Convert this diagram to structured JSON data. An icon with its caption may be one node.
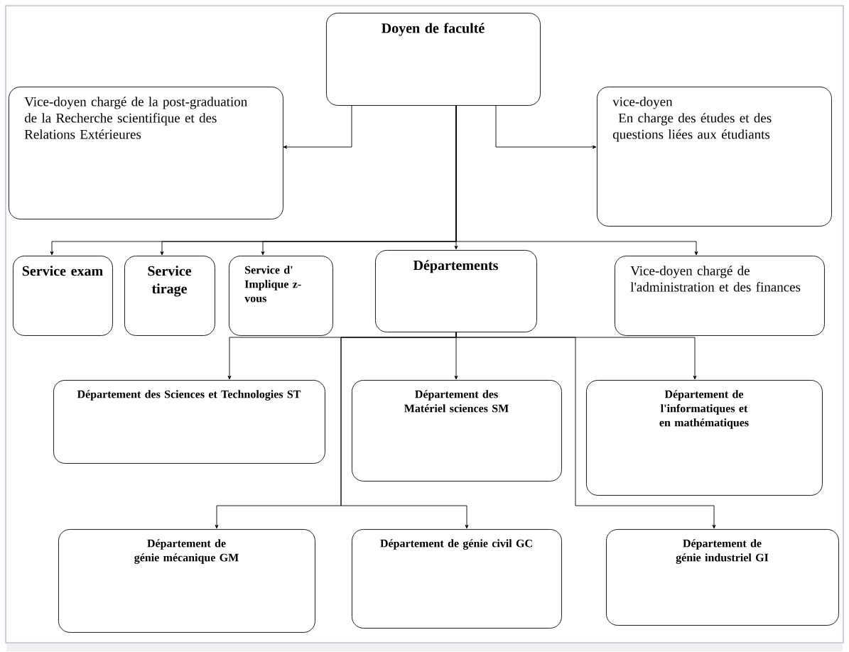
{
  "diagram": {
    "nodes": [
      {
        "text": [
          "Doyen de faculté"
        ]
      },
      {
        "text": [
          "Vice-doyen chargé de la post-graduation de la Recherche scientifique et des Relations Extérieures"
        ]
      },
      {
        "text": [
          "vice-doyen",
          "En charge des études et des questions liées aux étudiants"
        ]
      },
      {
        "text": [
          "Service exam"
        ]
      },
      {
        "text": [
          "Service tirage"
        ]
      },
      {
        "text": [
          "Service d' Implique z-vous"
        ]
      },
      {
        "text": [
          "Départements"
        ]
      },
      {
        "text": [
          "Vice-doyen chargé de l'administration et des finances"
        ]
      },
      {
        "text": [
          "Département des Sciences et Technologies ST"
        ]
      },
      {
        "text": [
          "Département des Matériel sciences SM"
        ]
      },
      {
        "text": [
          "Département de l'informatiques et en mathématiques"
        ]
      },
      {
        "text": [
          "Département de génie mécanique GM"
        ]
      },
      {
        "text": [
          "Département de génie civil GC"
        ]
      },
      {
        "text": [
          "Département de génie industriel GI"
        ]
      }
    ],
    "edges": [
      {
        "from": 0,
        "to": 1,
        "arrow": "to"
      },
      {
        "from": 0,
        "to": 2,
        "arrow": "to"
      },
      {
        "from": 0,
        "to": 3,
        "arrow": "to"
      },
      {
        "from": 0,
        "to": 4,
        "arrow": "to"
      },
      {
        "from": 0,
        "to": 5,
        "arrow": "to"
      },
      {
        "from": 0,
        "to": 6,
        "arrow": "to"
      },
      {
        "from": 0,
        "to": 7,
        "arrow": "to"
      },
      {
        "from": 6,
        "to": 8,
        "arrow": "to"
      },
      {
        "from": 6,
        "to": 9,
        "arrow": "to"
      },
      {
        "from": 6,
        "to": 10,
        "arrow": "to"
      },
      {
        "from": 6,
        "to": 11,
        "arrow": "to"
      },
      {
        "from": 6,
        "to": 12,
        "arrow": "to"
      },
      {
        "from": 6,
        "to": 13,
        "arrow": "to"
      }
    ]
  }
}
